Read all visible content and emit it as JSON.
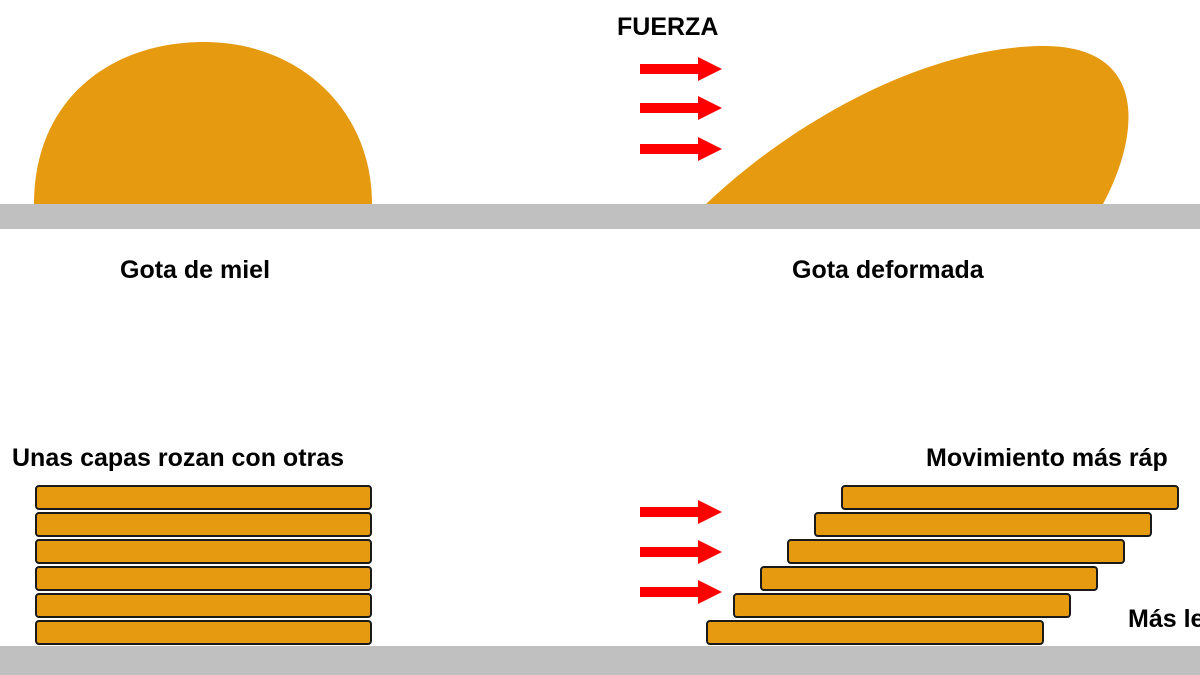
{
  "labels": {
    "force": "FUERZA",
    "drop": "Gota de miel",
    "deformed_drop": "Gota deformada",
    "layers": "Unas capas rozan con otras",
    "faster": "Movimiento más ráp",
    "slower": "Más le"
  },
  "colors": {
    "honey": "#e59a10",
    "arrow": "#ff0000",
    "ground": "#c0c0c0",
    "outline": "#1a1a1a"
  },
  "icons": {
    "force_arrow": "right-arrow-icon"
  }
}
